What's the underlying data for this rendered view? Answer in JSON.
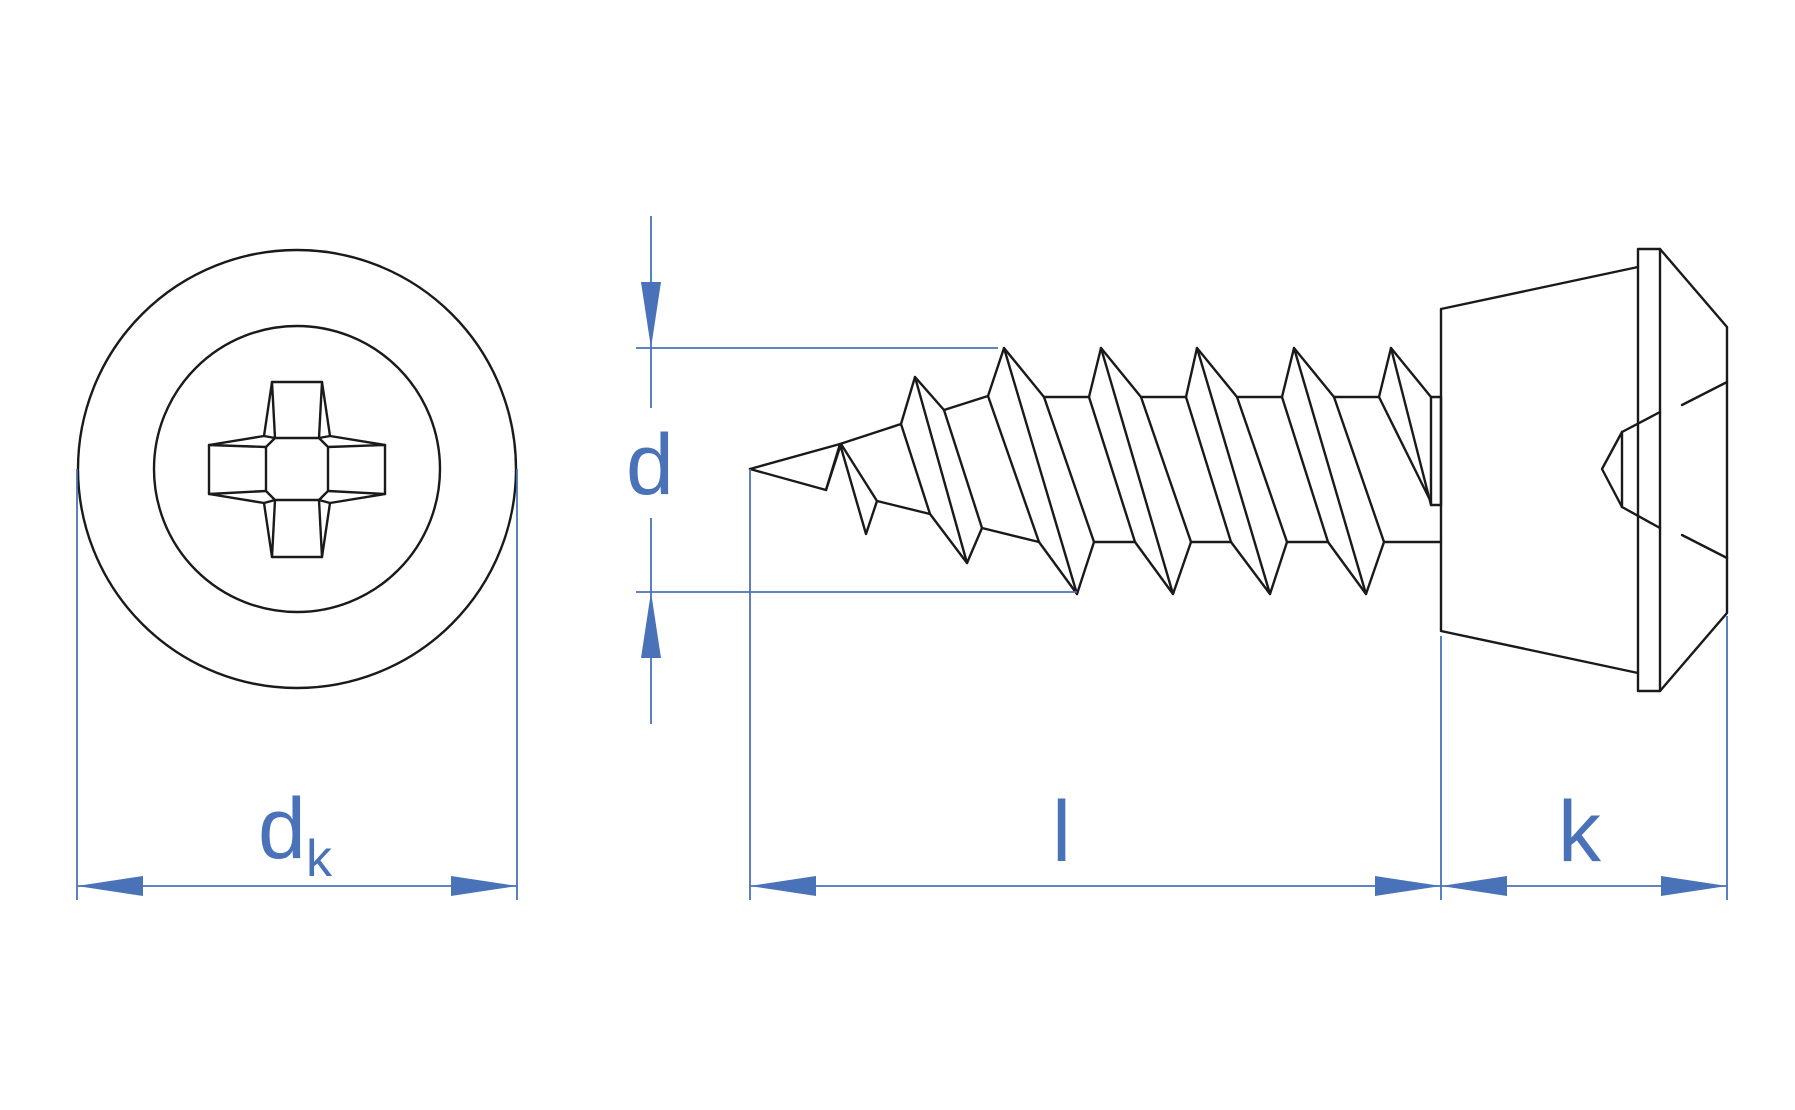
{
  "colors": {
    "outline": "#1a1a1a",
    "dimension": "#4a72b8",
    "background": "#ffffff"
  },
  "labels": {
    "head_diameter": {
      "main": "d",
      "sub": "k"
    },
    "thread_diameter": "d",
    "length": "l",
    "head_height": "k"
  },
  "drive_type": "cross-recess-icon"
}
